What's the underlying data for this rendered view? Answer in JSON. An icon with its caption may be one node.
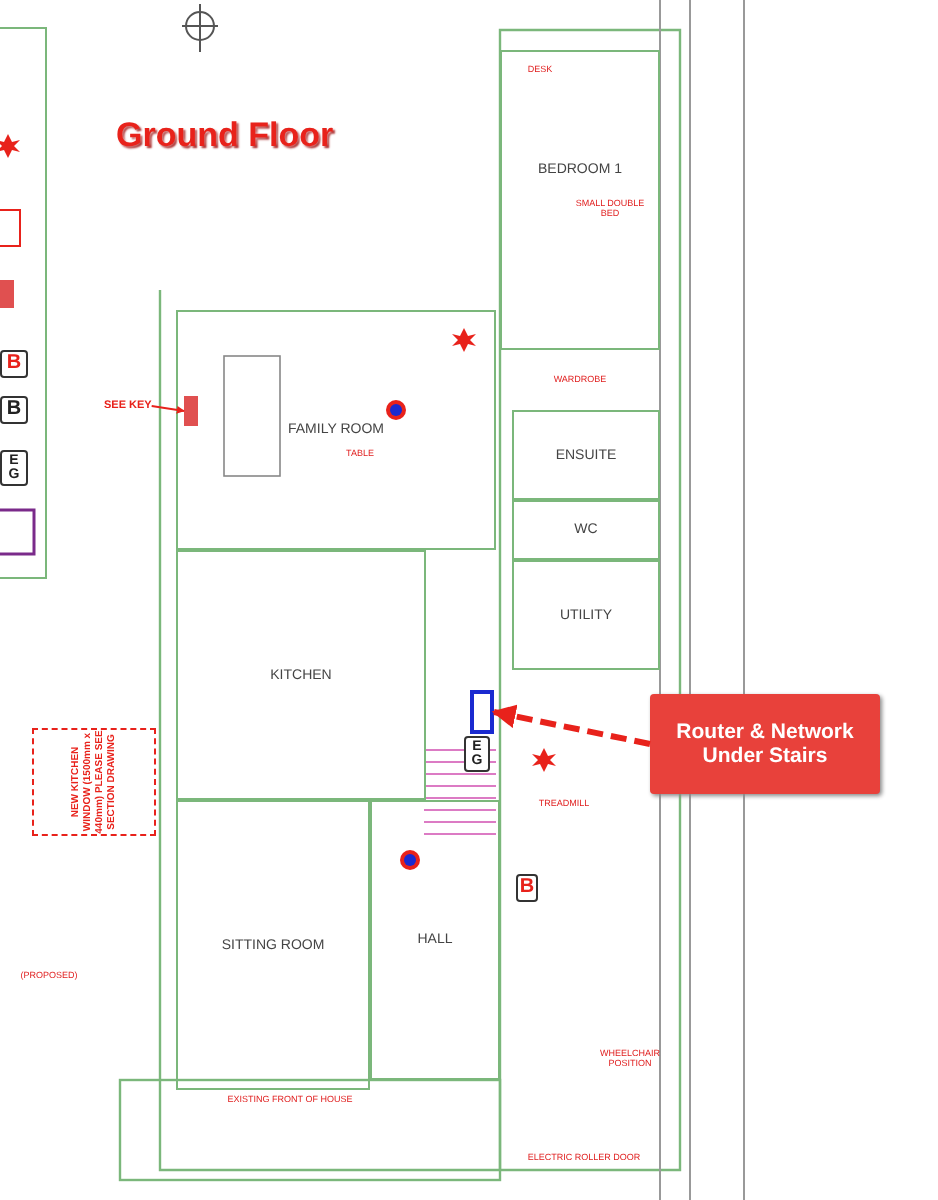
{
  "diagram": {
    "title": "Ground Floor",
    "nodes": [
      {
        "text": [
          "FAMILY ROOM"
        ]
      },
      {
        "text": [
          "BEDROOM 1"
        ]
      },
      {
        "text": [
          "ENSUITE"
        ]
      },
      {
        "text": [
          "WC"
        ]
      },
      {
        "text": [
          "UTILITY"
        ]
      },
      {
        "text": [
          "KITCHEN"
        ]
      },
      {
        "text": [
          "HALL"
        ]
      },
      {
        "text": [
          "SITTING ROOM"
        ]
      },
      {
        "text": [
          "Router & Network Under Stairs"
        ]
      },
      {
        "text": [],
        "shape": "box"
      },
      {
        "text": [
          "NEW KITCHEN WINDOW (1500mm x 440mm) PLEASE SEE SECTION DRAWING"
        ]
      },
      {
        "text": [
          "SEE KEY"
        ]
      },
      {
        "text": [],
        "shape": "box",
        "in": 0
      }
    ],
    "edges": [
      {
        "from": 8,
        "to": 9,
        "arrow": "to",
        "style": "dashed",
        "color": "#e8221b"
      },
      {
        "from": 11,
        "to": 12,
        "arrow": "to"
      }
    ],
    "labels": [
      "DESK",
      "SMALL DOUBLE BED",
      "TABLE",
      "WARDROBE",
      "TREADMILL",
      "B",
      "E G",
      "WHEELCHAIR POSITION",
      "EXISTING FRONT OF HOUSE",
      "ELECTRIC ROLLER DOOR",
      "(PROPOSED)",
      "B",
      "B",
      "E G"
    ]
  }
}
